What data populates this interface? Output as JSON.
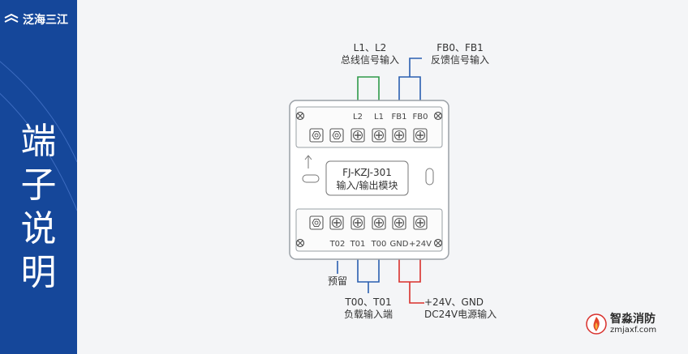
{
  "brand": {
    "name": "泛海三江"
  },
  "side_title": {
    "chars": [
      "端",
      "子",
      "说",
      "明"
    ]
  },
  "device": {
    "model": "FJ-KZJ-301",
    "name": "输入/输出模块",
    "top_terminals": [
      "L2",
      "L1",
      "FB1",
      "FB0"
    ],
    "bottom_terminals": [
      "T02",
      "T01",
      "T00",
      "GND",
      "+24V"
    ]
  },
  "annotations": {
    "bus_line1": "L1、L2",
    "bus_line2": "总线信号输入",
    "fb_line1": "FB0、FB1",
    "fb_line2": "反馈信号输入",
    "reserved": "预留",
    "load_line1": "T00、T01",
    "load_line2": "负载输入端",
    "power_line1": "+24V、GND",
    "power_line2": "DC24V电源输入"
  },
  "colors": {
    "sidebar": "#15479a",
    "bus_wire": "#2f9a4a",
    "feedback_wire": "#2a5fb0",
    "load_wire": "#2a5fb0",
    "power_wire": "#d9302c",
    "reserved_wire": "#2a5fb0"
  },
  "watermark": {
    "cn": "智淼消防",
    "en": "zmjaxf.com"
  }
}
